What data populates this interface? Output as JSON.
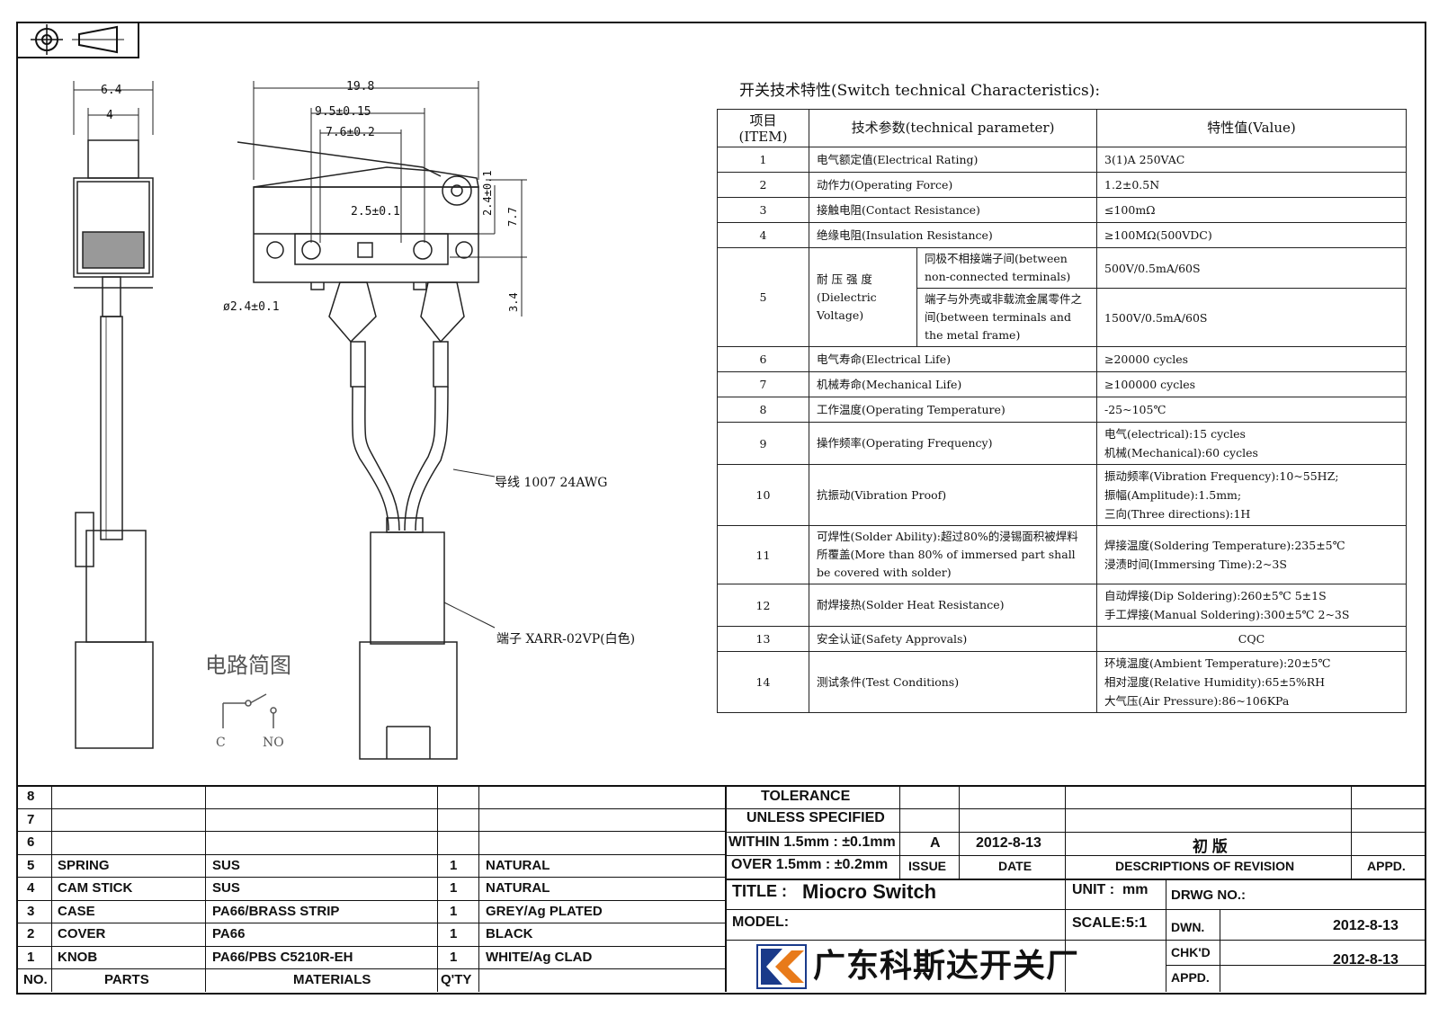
{
  "drawing": {
    "dims": {
      "d64": "6.4",
      "d4": "4",
      "d198": "19.8",
      "d95": "9.5±0.15",
      "d76": "7.6±0.2",
      "d25": "2.5±0.1",
      "d24": "2.4±0.1",
      "d77": "7.7",
      "d34": "3.4",
      "hole": "ø2.4±0.1"
    },
    "wire_label": "导线 1007 24AWG",
    "terminal_label": "端子 XARR-02VP(白色)",
    "circuit_title": "电路简图",
    "circuit_c": "C",
    "circuit_no": "NO"
  },
  "spec": {
    "title": "开关技术特性(Switch technical Characteristics):",
    "headers": {
      "item": "项目\n(ITEM)",
      "param": "技术参数(technical parameter)",
      "value": "特性值(Value)"
    },
    "rows": [
      {
        "n": "1",
        "p": "电气额定值(Electrical Rating)",
        "v": "3(1)A 250VAC"
      },
      {
        "n": "2",
        "p": "动作力(Operating Force)",
        "v": "1.2±0.5N"
      },
      {
        "n": "3",
        "p": "接触电阻(Contact  Resistance)",
        "v": "≤100mΩ"
      },
      {
        "n": "4",
        "p": "绝缘电阻(Insulation Resistance)",
        "v": "≥100MΩ(500VDC)"
      },
      {
        "n": "5",
        "p": "耐 压 强 度\n(Dielectric\nVoltage)",
        "sub1": "同极不相接端子间(between non-connected terminals)",
        "v1": "500V/0.5mA/60S",
        "sub2": "端子与外壳或非载流金属零件之间(between terminals and the metal frame)",
        "v2": "1500V/0.5mA/60S"
      },
      {
        "n": "6",
        "p": "电气寿命(Electrical Life)",
        "v": "≥20000 cycles"
      },
      {
        "n": "7",
        "p": "机械寿命(Mechanical Life)",
        "v": "≥100000 cycles"
      },
      {
        "n": "8",
        "p": "工作温度(Operating Temperature)",
        "v": "-25~105℃"
      },
      {
        "n": "9",
        "p": "操作频率(Operating Frequency)",
        "v": "电气(electrical):15 cycles\n机械(Mechanical):60 cycles"
      },
      {
        "n": "10",
        "p": "抗振动(Vibration Proof)",
        "v": "振动频率(Vibration Frequency):10~55HZ;\n振幅(Amplitude):1.5mm;\n三向(Three directions):1H"
      },
      {
        "n": "11",
        "p": "可焊性(Solder Ability):超过80%的浸锡面积被焊料所覆盖(More than 80% of immersed part shall be covered with solder)",
        "v": "焊接温度(Soldering Temperature):235±5℃\n浸渍时间(Immersing Time):2~3S"
      },
      {
        "n": "12",
        "p": "耐焊接热(Solder Heat Resistance)",
        "v": "自动焊接(Dip Soldering):260±5℃ 5±1S\n手工焊接(Manual Soldering):300±5℃ 2~3S"
      },
      {
        "n": "13",
        "p": "安全认证(Safety Approvals)",
        "v": "CQC"
      },
      {
        "n": "14",
        "p": "测试条件(Test Conditions)",
        "v": "环境温度(Ambient Temperature):20±5℃\n相对湿度(Relative Humidity):65±5%RH\n大气压(Air Pressure):86~106KPa"
      }
    ]
  },
  "bom": {
    "rows": [
      {
        "no": "8",
        "part": "",
        "mat": "",
        "qty": "",
        "finish": ""
      },
      {
        "no": "7",
        "part": "",
        "mat": "",
        "qty": "",
        "finish": ""
      },
      {
        "no": "6",
        "part": "",
        "mat": "",
        "qty": "",
        "finish": ""
      },
      {
        "no": "5",
        "part": "SPRING",
        "mat": "SUS",
        "qty": "1",
        "finish": "NATURAL"
      },
      {
        "no": "4",
        "part": "CAM STICK",
        "mat": "SUS",
        "qty": "1",
        "finish": "NATURAL"
      },
      {
        "no": "3",
        "part": "CASE",
        "mat": "PA66/BRASS STRIP",
        "qty": "1",
        "finish": "GREY/Ag PLATED"
      },
      {
        "no": "2",
        "part": "COVER",
        "mat": "PA66",
        "qty": "1",
        "finish": "BLACK"
      },
      {
        "no": "1",
        "part": "KNOB",
        "mat": "PA66/PBS C5210R-EH",
        "qty": "1",
        "finish": "WHITE/Ag CLAD"
      }
    ],
    "footer": {
      "no": "NO.",
      "part": "PARTS",
      "mat": "MATERIALS",
      "qty": "Q'TY"
    }
  },
  "titleblock": {
    "tol1": "TOLERANCE",
    "tol2": "UNLESS  SPECIFIED",
    "tol3": "WITHIN 1.5mm : ±0.1mm",
    "tol4": "OVER 1.5mm : ±0.2mm",
    "rev_issue": "A",
    "rev_date": "2012-8-13",
    "rev_desc": "初  版",
    "h_issue": "ISSUE",
    "h_date": "DATE",
    "h_desc": "DESCRIPTIONS OF REVISION",
    "h_appd": "APPD.",
    "title_label": "TITLE :",
    "title_value": "Miocro Switch",
    "unit_label": "UNIT :",
    "unit_value": "mm",
    "drwg_label": "DRWG NO.:",
    "model_label": "MODEL:",
    "scale_label": "SCALE:",
    "scale_value": "5:1",
    "dwn_label": "DWN.",
    "dwn_date": "2012-8-13",
    "chkd_label": "CHK'D",
    "chkd_date": "2012-8-13",
    "appd_label": "APPD.",
    "company": "广东科斯达开关厂"
  }
}
